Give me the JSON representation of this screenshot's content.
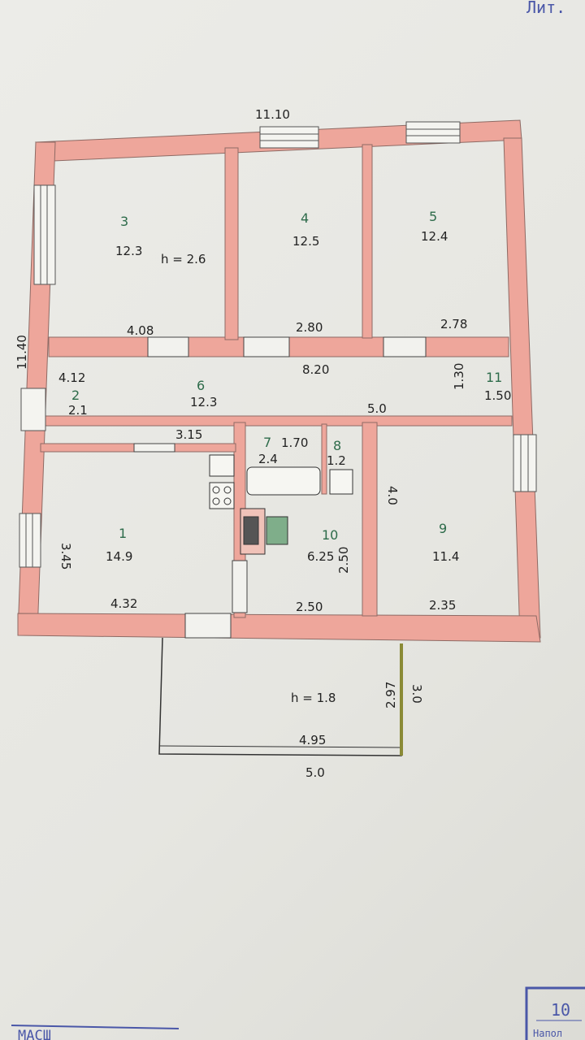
{
  "corner_stamp": "Лит.",
  "footer_stamp": "МАСШ",
  "page_badge": {
    "number": "10",
    "caption": "Напол"
  },
  "plan": {
    "overall": {
      "width": "11.10",
      "depth": "11.40"
    },
    "room_numbers": [
      "1",
      "2",
      "3",
      "4",
      "5",
      "6",
      "7",
      "8",
      "9",
      "10",
      "11"
    ],
    "areas": [
      "14.9",
      "2.1",
      "12.3",
      "12.5",
      "12.4",
      "12.3",
      "2.4",
      "1.2",
      "11.4",
      "6.25"
    ],
    "ceiling_height": "h = 2.6",
    "veranda_height": "h = 1.8",
    "dimensions": [
      "4.08",
      "2.80",
      "2.78",
      "8.20",
      "5.0",
      "4.12",
      "3.15",
      "1.70",
      "3.45",
      "4.32",
      "2.50",
      "2.50",
      "4.0",
      "2.35",
      "4.95",
      "5.0",
      "2.97",
      "3.0",
      "1.30",
      "1.50"
    ]
  }
}
